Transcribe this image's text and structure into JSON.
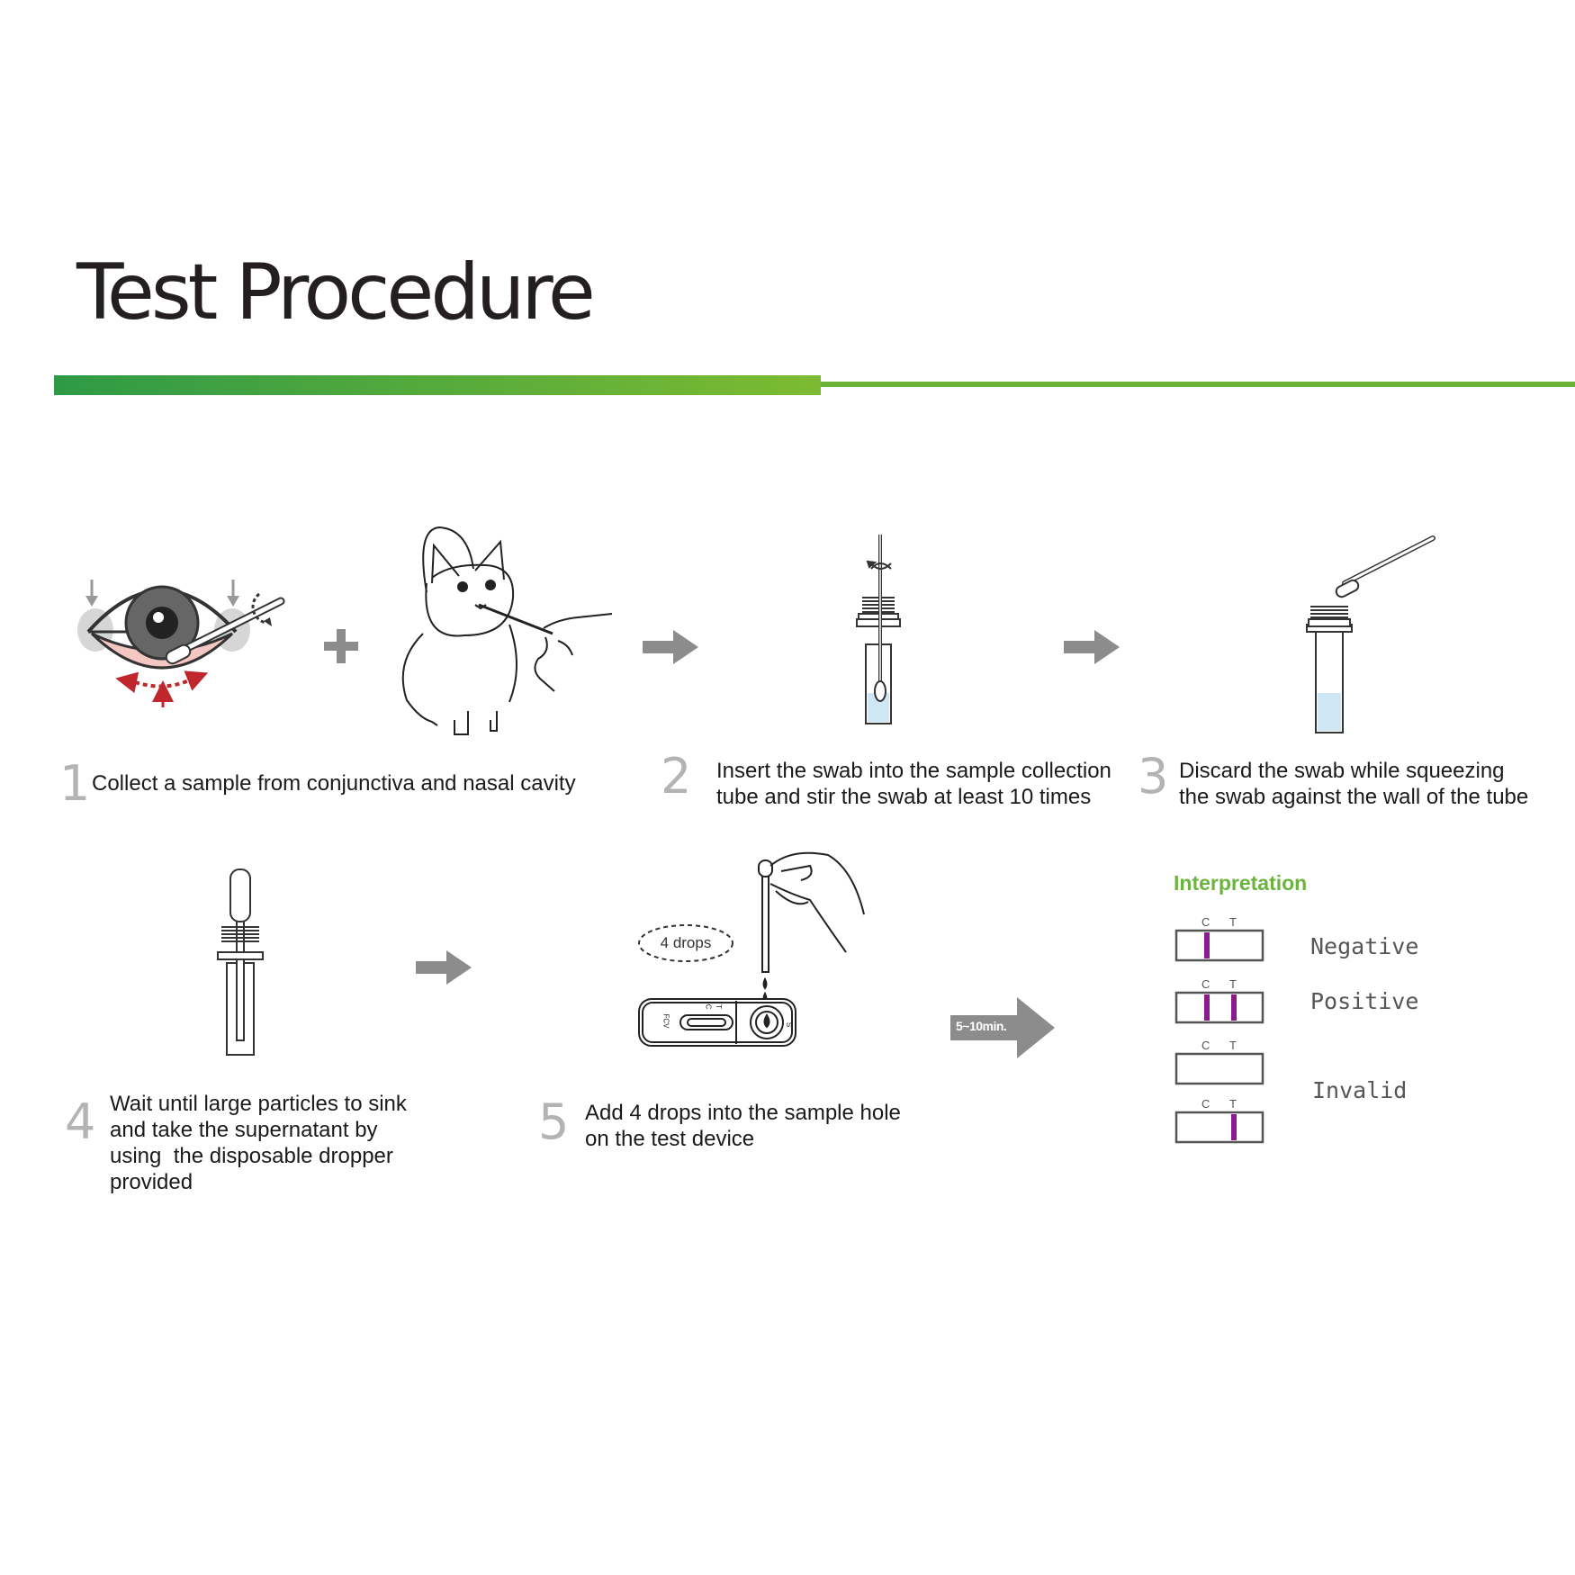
{
  "page": {
    "title": "Test Procedure"
  },
  "steps": [
    {
      "number": "1",
      "text": "Collect a sample from conjunctiva and nasal cavity"
    },
    {
      "number": "2",
      "text_lines": [
        "Insert the swab into the sample collection",
        "tube and stir the swab at least 10 times"
      ]
    },
    {
      "number": "3",
      "text_lines": [
        "Discard the swab while squeezing",
        "the swab against the wall of the tube"
      ]
    },
    {
      "number": "4",
      "text_lines": [
        "Wait until large particles to sink",
        "and take the supernatant by",
        "using  the disposable dropper",
        "provided"
      ]
    },
    {
      "number": "5",
      "text_lines": [
        "Add 4 drops into the sample hole",
        "on the test device"
      ]
    }
  ],
  "drops_label": "4 drops",
  "wait_label": "5~10min.",
  "device": {
    "c_label": "C",
    "t_label": "T",
    "s_label": "S",
    "code": "FCV"
  },
  "interpretation": {
    "title": "Interpretation",
    "c_label": "C",
    "t_label": "T",
    "results": [
      {
        "label": "Negative",
        "c_line": true,
        "t_line": false
      },
      {
        "label": "Positive",
        "c_line": true,
        "t_line": true
      },
      {
        "label": "Invalid",
        "c_line": false,
        "t_line": false
      },
      {
        "label": "",
        "c_line": false,
        "t_line": true
      }
    ]
  },
  "colors": {
    "accent_green": "#6cb33f",
    "result_line": "#8b1a8b",
    "arrow_gray": "#8c8c8c",
    "step_number": "#b3b3b3",
    "liquid": "#cfe6f5"
  }
}
